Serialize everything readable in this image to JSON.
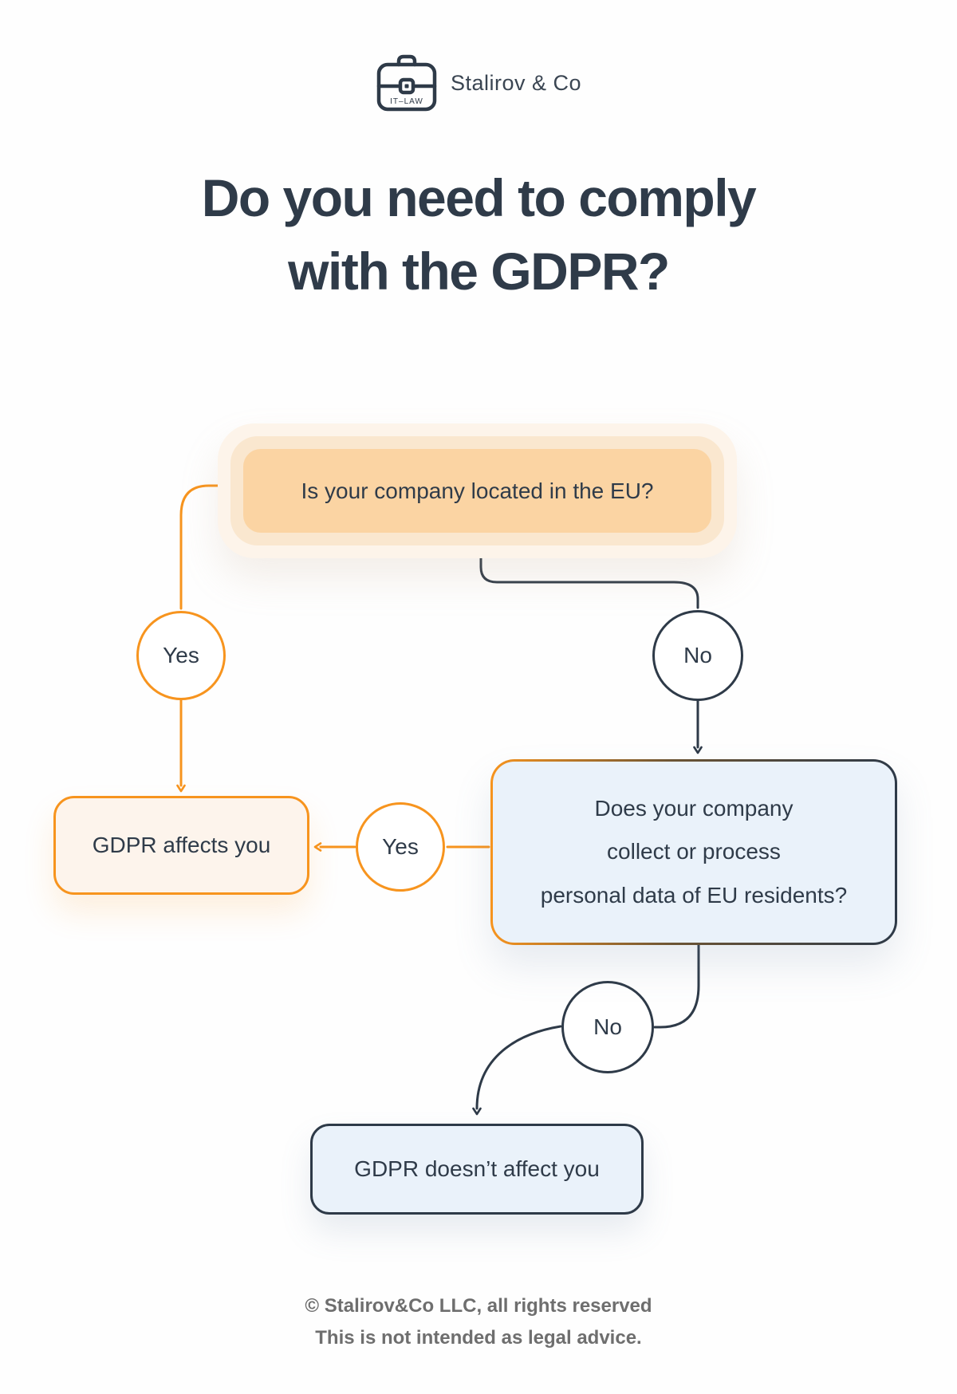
{
  "logo": {
    "brand": "Stalirov & Co",
    "badge": "IT–LAW"
  },
  "title": {
    "line1": "Do you need to comply",
    "line2": "with the GDPR?"
  },
  "flowchart": {
    "colors": {
      "orange": "#F7941E",
      "dark_slate": "#2E3A48",
      "peach_fill": "#FBD4A3",
      "peach_glow_mid": "#FAE7CF",
      "peach_glow_outer": "#FDF4EA",
      "light_peach_fill": "#FDF4EC",
      "light_blue_fill": "#EAF2FA",
      "text": "#2F3B49"
    },
    "nodes": {
      "question_eu": {
        "text": "Is your company located in the EU?"
      },
      "yes_left": {
        "label": "Yes"
      },
      "no_right": {
        "label": "No"
      },
      "gdpr_affects": {
        "text": "GDPR affects you"
      },
      "question_data": {
        "text": "Does your company\ncollect or process\npersonal data of EU residents?"
      },
      "yes_middle": {
        "label": "Yes"
      },
      "no_bottom": {
        "label": "No"
      },
      "gdpr_not_affect": {
        "text": "GDPR doesn’t affect you"
      }
    }
  },
  "footer": {
    "line1": "© Stalirov&Co LLC, all rights reserved",
    "line2": "This is not intended as legal advice."
  }
}
